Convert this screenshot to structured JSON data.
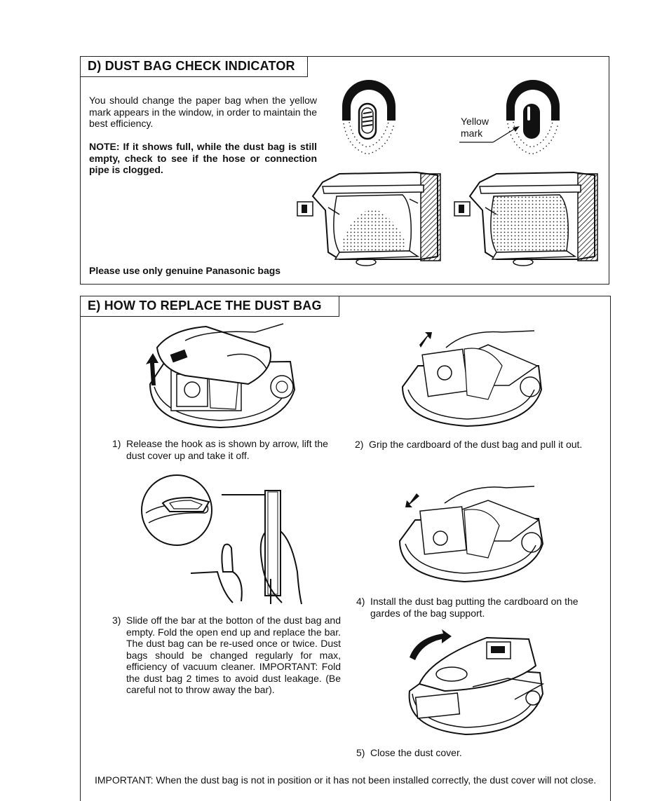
{
  "section_d": {
    "title": "D) DUST BAG CHECK INDICATOR",
    "intro": "You should change the paper bag when the yellow mark appears in the window, in order to maintain the best efficiency.",
    "note": "NOTE: If it shows full, while the dust bag is still empty, check to see if the hose or connection pipe is clogged.",
    "footer": "Please use only genuine Panasonic bags",
    "yellow_label": "Yellow",
    "mark_label": "mark"
  },
  "section_e": {
    "title": "E) HOW TO REPLACE THE DUST BAG",
    "steps": [
      {
        "num": "1)",
        "text": "Release the hook as is shown by arrow, lift the dust cover up and take it off."
      },
      {
        "num": "2)",
        "text": "Grip the cardboard of the dust bag and pull it out."
      },
      {
        "num": "3)",
        "text": "Slide off the bar at the botton of the dust bag and empty. Fold the open end up and replace the bar. The dust bag can be re-used once or twice. Dust bags should be changed regularly for max, efficiency of vacuum cleaner. IMPORTANT: Fold the dust bag 2 times to avoid dust leakage. (Be careful not to throw away the bar)."
      },
      {
        "num": "4)",
        "text": "Install the dust bag putting the cardboard on the gardes of the bag support."
      },
      {
        "num": "5)",
        "text": "Close the dust cover."
      }
    ],
    "important": "IMPORTANT: When the dust bag is not in position or it has not been installed correctly, the dust cover will not close."
  },
  "colors": {
    "ink": "#111111",
    "paper": "#ffffff",
    "frame": "#222222"
  }
}
